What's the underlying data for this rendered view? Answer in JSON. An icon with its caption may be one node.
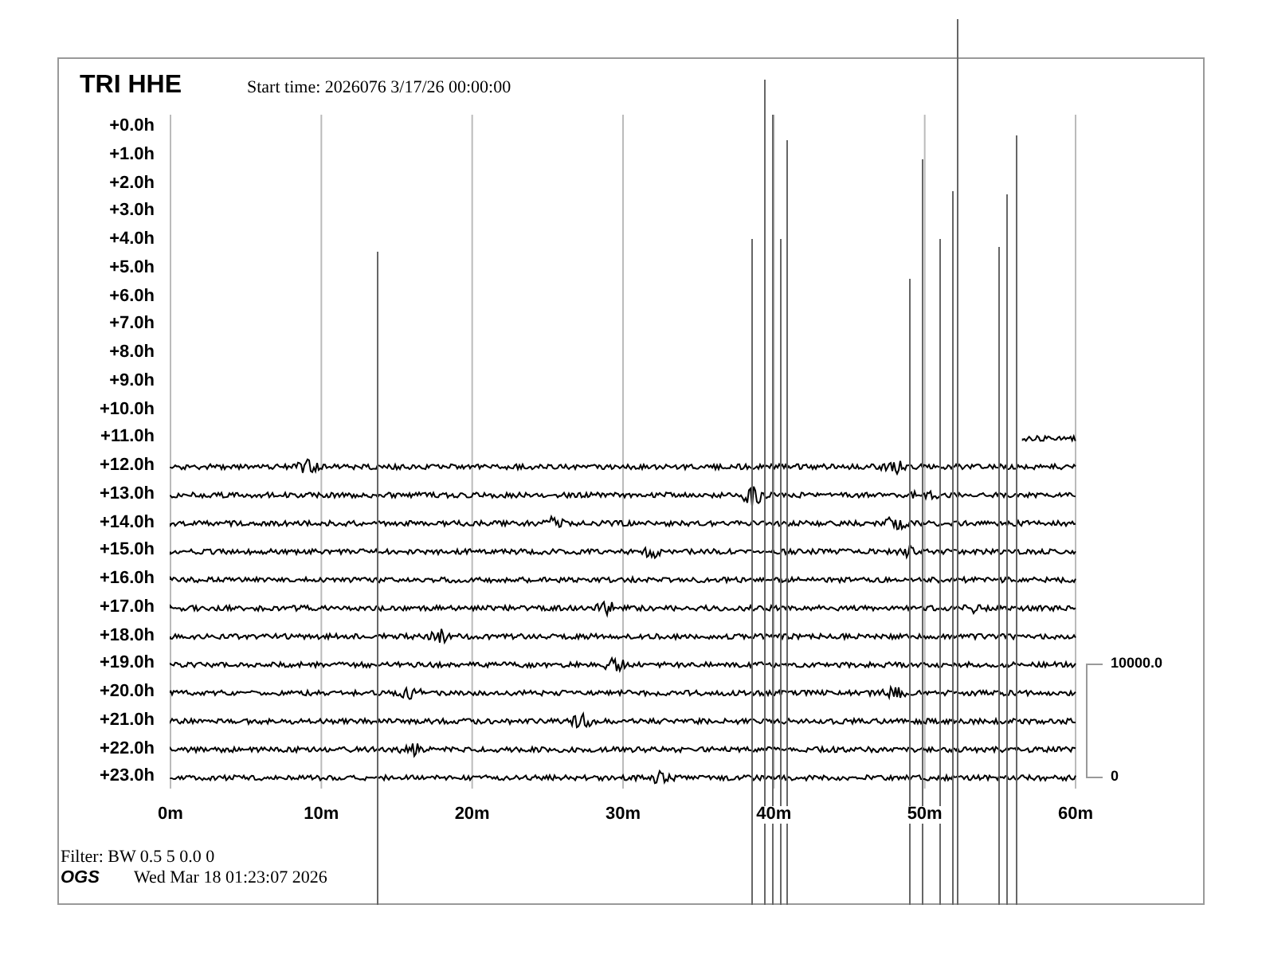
{
  "diagram": {
    "title": "TRI HHE",
    "labels": [
      "Start time: 2026076  3/17/26 00:00:00",
      "+0.0h",
      "+1.0h",
      "+2.0h",
      "+3.0h",
      "+4.0h",
      "+5.0h",
      "+6.0h",
      "+7.0h",
      "+8.0h",
      "+9.0h",
      "+10.0h",
      "+11.0h",
      "+12.0h",
      "+13.0h",
      "+14.0h",
      "+15.0h",
      "+16.0h",
      "+17.0h",
      "+18.0h",
      "+19.0h",
      "+20.0h",
      "+21.0h",
      "+22.0h",
      "+23.0h",
      "0m",
      "10m",
      "20m",
      "30m",
      "40m",
      "50m",
      "60m",
      "10000.0",
      "0",
      "Filter: BW 0.5 5 0.0 0",
      "OGS",
      "Wed Mar 18 01:23:07 2026"
    ]
  }
}
